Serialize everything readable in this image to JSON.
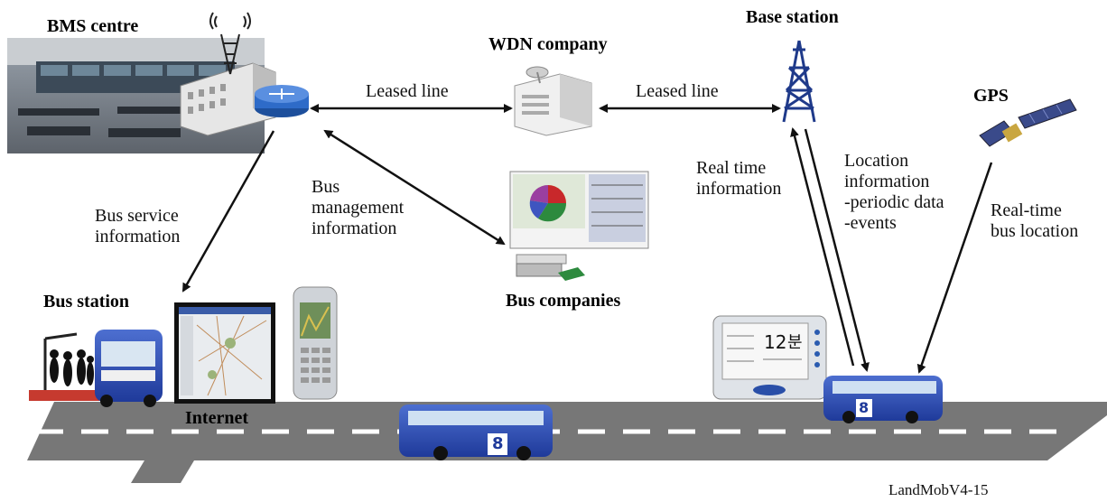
{
  "nodes": {
    "bms_centre": "BMS centre",
    "wdn_company": "WDN company",
    "base_station": "Base station",
    "gps": "GPS",
    "bus_station": "Bus station",
    "bus_companies": "Bus companies",
    "internet": "Internet"
  },
  "links": {
    "leased_line_left": "Leased line",
    "leased_line_right": "Leased line",
    "bus_service_information": "Bus service\ninformation",
    "bus_management_information": "Bus\nmanagement\ninformation",
    "real_time_information": "Real time\ninformation",
    "location_information": "Location\ninformation\n-periodic data\n-events",
    "real_time_bus_location": "Real-time\nbus location"
  },
  "terminal": {
    "time": "12",
    "unit": "분",
    "bus_number": "8"
  },
  "credit": "LandMobV4-15"
}
